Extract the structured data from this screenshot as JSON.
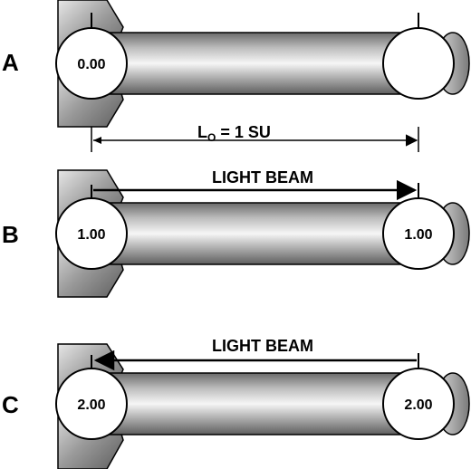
{
  "rows": [
    {
      "label": "A",
      "left_clock": "0.00",
      "right_clock": "",
      "beam_label": "",
      "beam_direction": "none"
    },
    {
      "label": "B",
      "left_clock": "1.00",
      "right_clock": "1.00",
      "beam_label": "LIGHT BEAM",
      "beam_direction": "right"
    },
    {
      "label": "C",
      "left_clock": "2.00",
      "right_clock": "2.00",
      "beam_label": "LIGHT BEAM",
      "beam_direction": "left"
    }
  ],
  "length": {
    "main": "L",
    "subscript": "O",
    "value": " = 1 SU"
  },
  "colors": {
    "rod_dark": "#6f6f6f",
    "rod_light": "#f4f4f4",
    "fin_dark": "#7d7d7d",
    "fin_light": "#cfcfcf",
    "outline": "#000000"
  }
}
